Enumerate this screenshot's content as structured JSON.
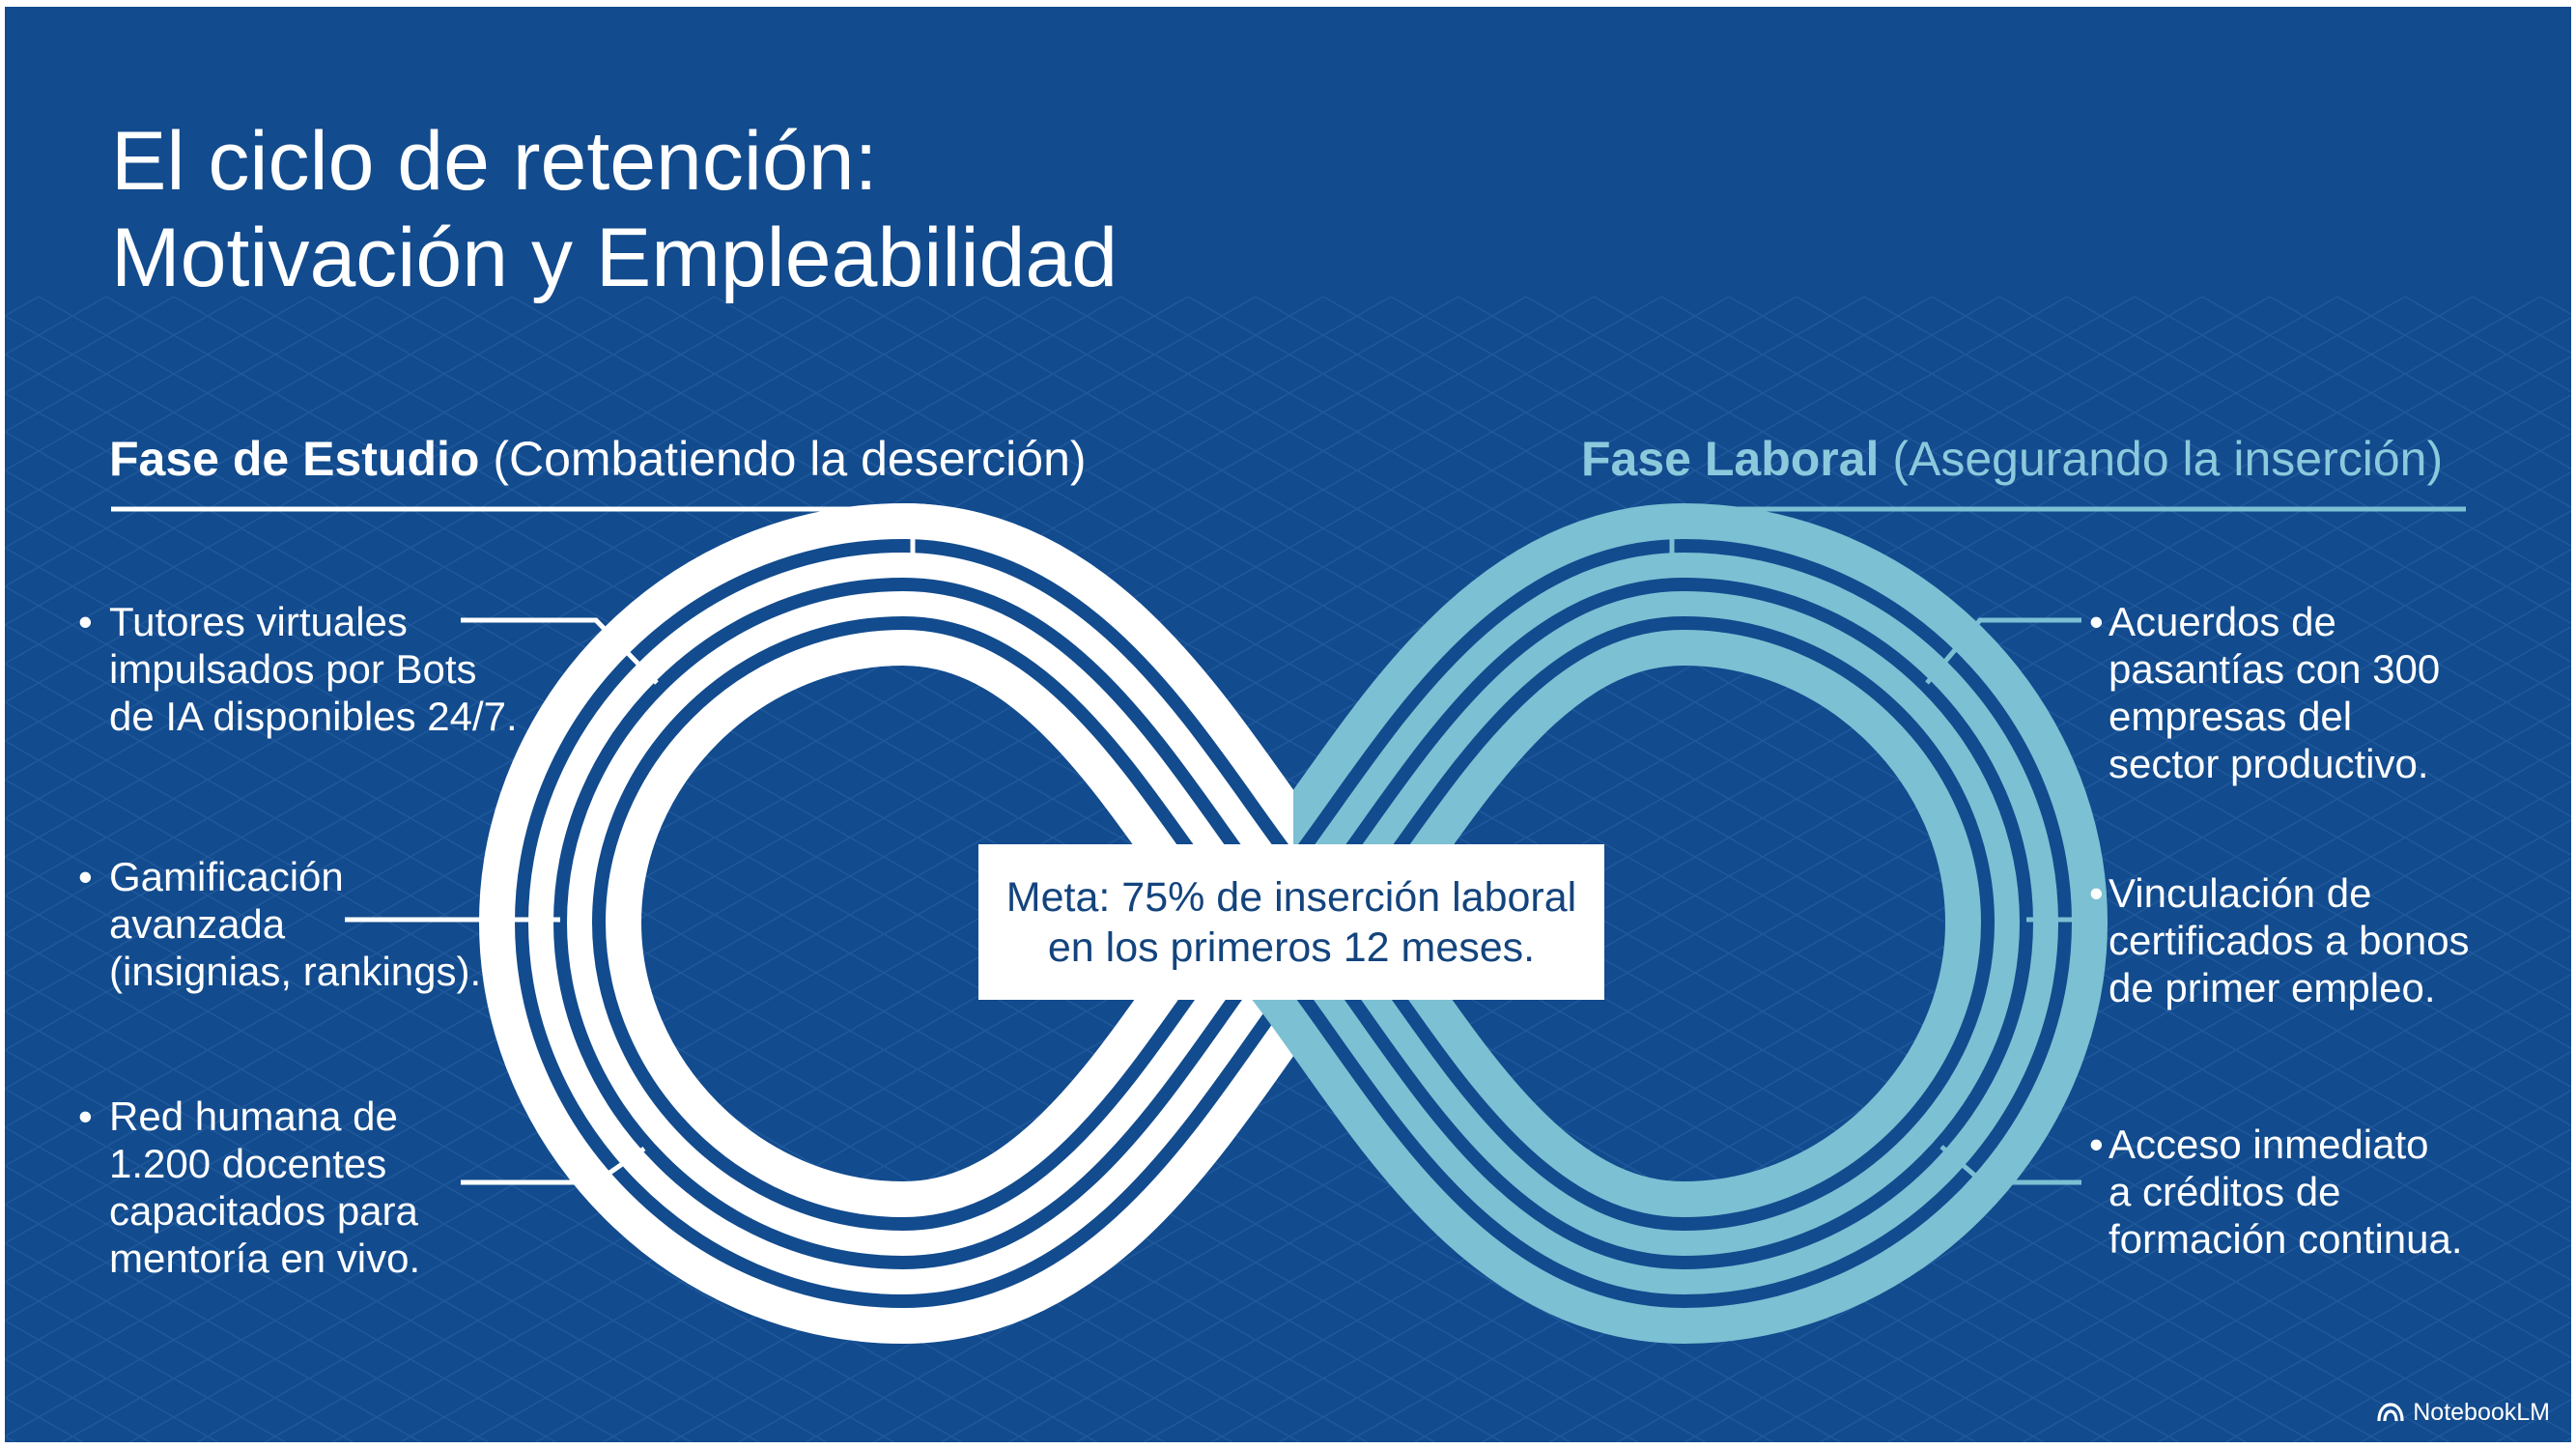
{
  "title": {
    "line1": "El ciclo de retención:",
    "line2": "Motivación y Empleabilidad"
  },
  "phases": {
    "left": {
      "label": "Fase de Estudio",
      "subtitle": "(Combatiendo la deserción)"
    },
    "right": {
      "label": "Fase Laboral",
      "subtitle": "(Asegurando la inserción)"
    }
  },
  "left_bullets": [
    {
      "lines": [
        "Tutores virtuales",
        "impulsados por Bots",
        "de IA disponibles 24/7."
      ]
    },
    {
      "lines": [
        "Gamificación",
        "avanzada",
        "(insignias, rankings)."
      ]
    },
    {
      "lines": [
        "Red humana de",
        "1.200 docentes",
        "capacitados para",
        "mentoría en vivo."
      ]
    }
  ],
  "right_bullets": [
    {
      "lines": [
        "Acuerdos de",
        "pasantías con 300",
        "empresas del",
        "sector productivo."
      ]
    },
    {
      "lines": [
        "Vinculación de",
        "certificados a bonos",
        "de primer empleo."
      ]
    },
    {
      "lines": [
        "Acceso inmediato",
        "a créditos de",
        "formación continua."
      ]
    }
  ],
  "bullet_marker": "•",
  "goal": {
    "line1": "Meta: 75% de inserción laboral",
    "line2": "en los primeros 12 meses."
  },
  "brand": {
    "name": "NotebookLM",
    "icon": "notebooklm-logo-icon"
  },
  "colors": {
    "background": "#124b8e",
    "study": "#ffffff",
    "work": "#7cc0d3",
    "work_text": "#8cc9dc",
    "goal_text": "#13447d"
  }
}
